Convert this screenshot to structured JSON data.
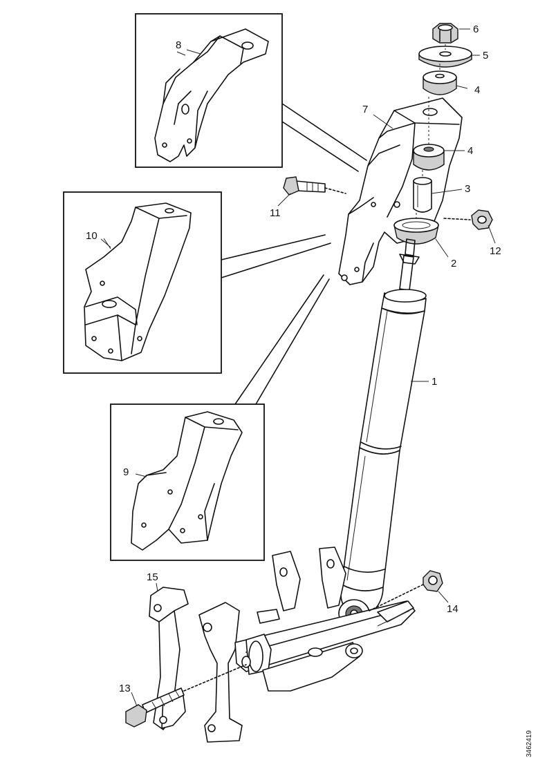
{
  "callouts": {
    "c1": "1",
    "c2": "2",
    "c3": "3",
    "c4a": "4",
    "c4b": "4",
    "c5": "5",
    "c6": "6",
    "c7": "7",
    "c8": "8",
    "c9": "9",
    "c10": "10",
    "c11": "11",
    "c12": "12",
    "c13": "13",
    "c14": "14",
    "c15": "15"
  },
  "figure_code": "3462419"
}
